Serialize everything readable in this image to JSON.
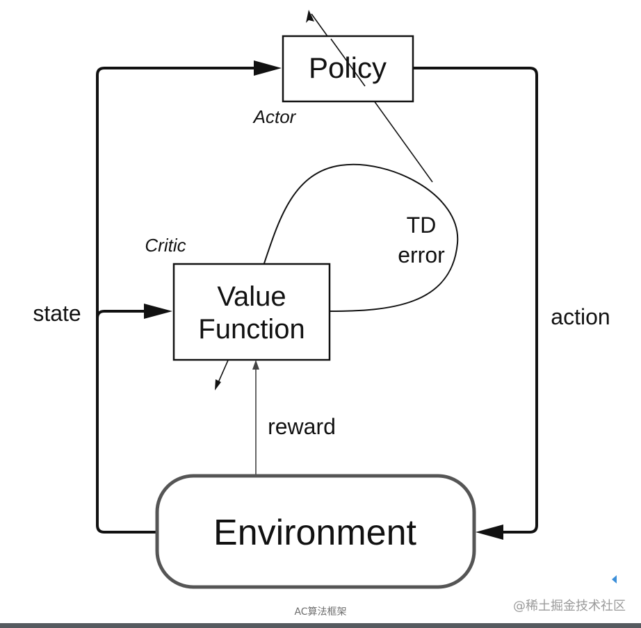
{
  "diagram": {
    "policy_label": "Policy",
    "actor_label": "Actor",
    "critic_label": "Critic",
    "value_function_line1": "Value",
    "value_function_line2": "Function",
    "td_line1": "TD",
    "td_line2": "error",
    "state_label": "state",
    "action_label": "action",
    "reward_label": "reward",
    "environment_label": "Environment"
  },
  "caption": "AC算法框架",
  "watermark": "@稀土掘金技术社区"
}
